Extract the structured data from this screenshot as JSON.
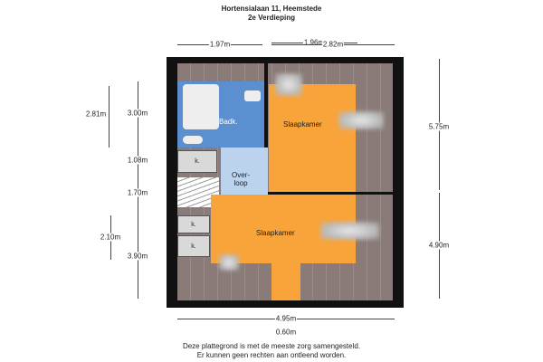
{
  "header": {
    "address": "Hortensialaan 11, Heemstede",
    "floor": "2e Verdieping"
  },
  "dimensions": {
    "top_upper": "1.96m",
    "top_left": "1.97m",
    "top_right": "2.82m",
    "left_outer_1": "2.81m",
    "left_outer_2": "2.10m",
    "left_inner": [
      "3.00m",
      "1.08m",
      "1.70m",
      "3.90m"
    ],
    "right_1": "5.75m",
    "right_2": "4.90m",
    "bottom": "4.95m",
    "bottom_extra": "0.60m"
  },
  "rooms": {
    "bathroom": "Badk.",
    "landing": [
      "Over-",
      "loop"
    ],
    "bedroom_upper": "Slaapkamer",
    "bedroom_lower": "Slaapkamer",
    "closet": "k."
  },
  "footer": {
    "line1": "Deze plattegrond is met de meeste zorg samengesteld.",
    "line2": "Er kunnen geen rechten aan ontleend worden."
  },
  "colors": {
    "bedroom": "#f9a43a",
    "bathroom": "#5b8fd0",
    "landing": "#bcd3ee",
    "roof": "#8a7b78"
  }
}
